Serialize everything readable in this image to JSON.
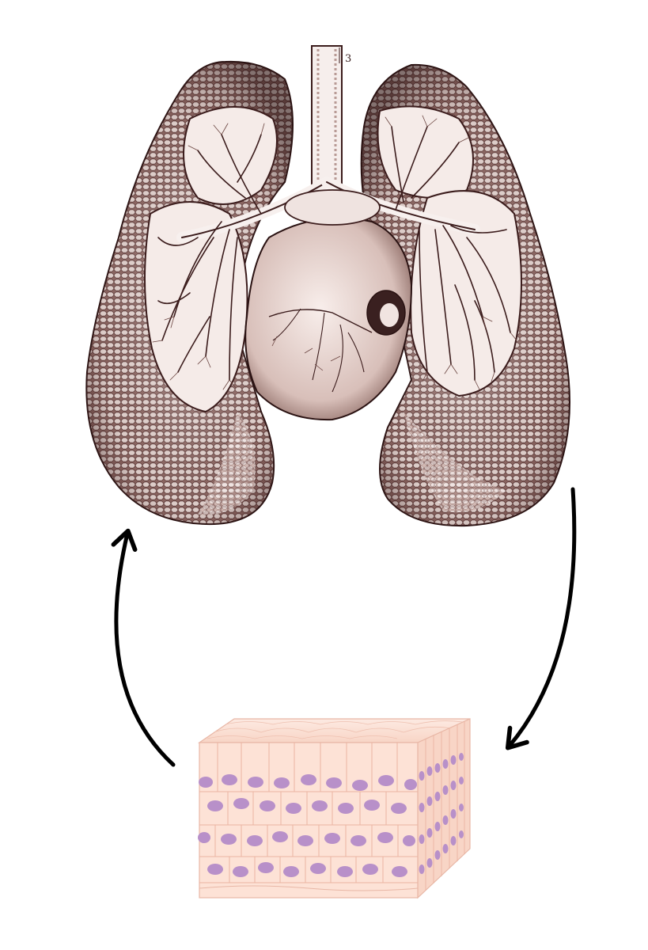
{
  "plate_marker": "3",
  "colors": {
    "ink": "#3b1c1c",
    "lung_dark": "#6e4a46",
    "lung_mid": "#a98680",
    "lung_light": "#efe1dc",
    "airway": "#f7f0ee",
    "heart": "#ecd9d4",
    "tissue_fill": "#fde2d6",
    "tissue_line": "#e8b7a6",
    "nucleus": "#b890c9",
    "arrow": "#000000"
  },
  "arrows": [
    {
      "name": "lungs-to-tissue-arrow",
      "direction": "clockwise"
    },
    {
      "name": "tissue-to-lungs-arrow",
      "direction": "clockwise"
    }
  ]
}
